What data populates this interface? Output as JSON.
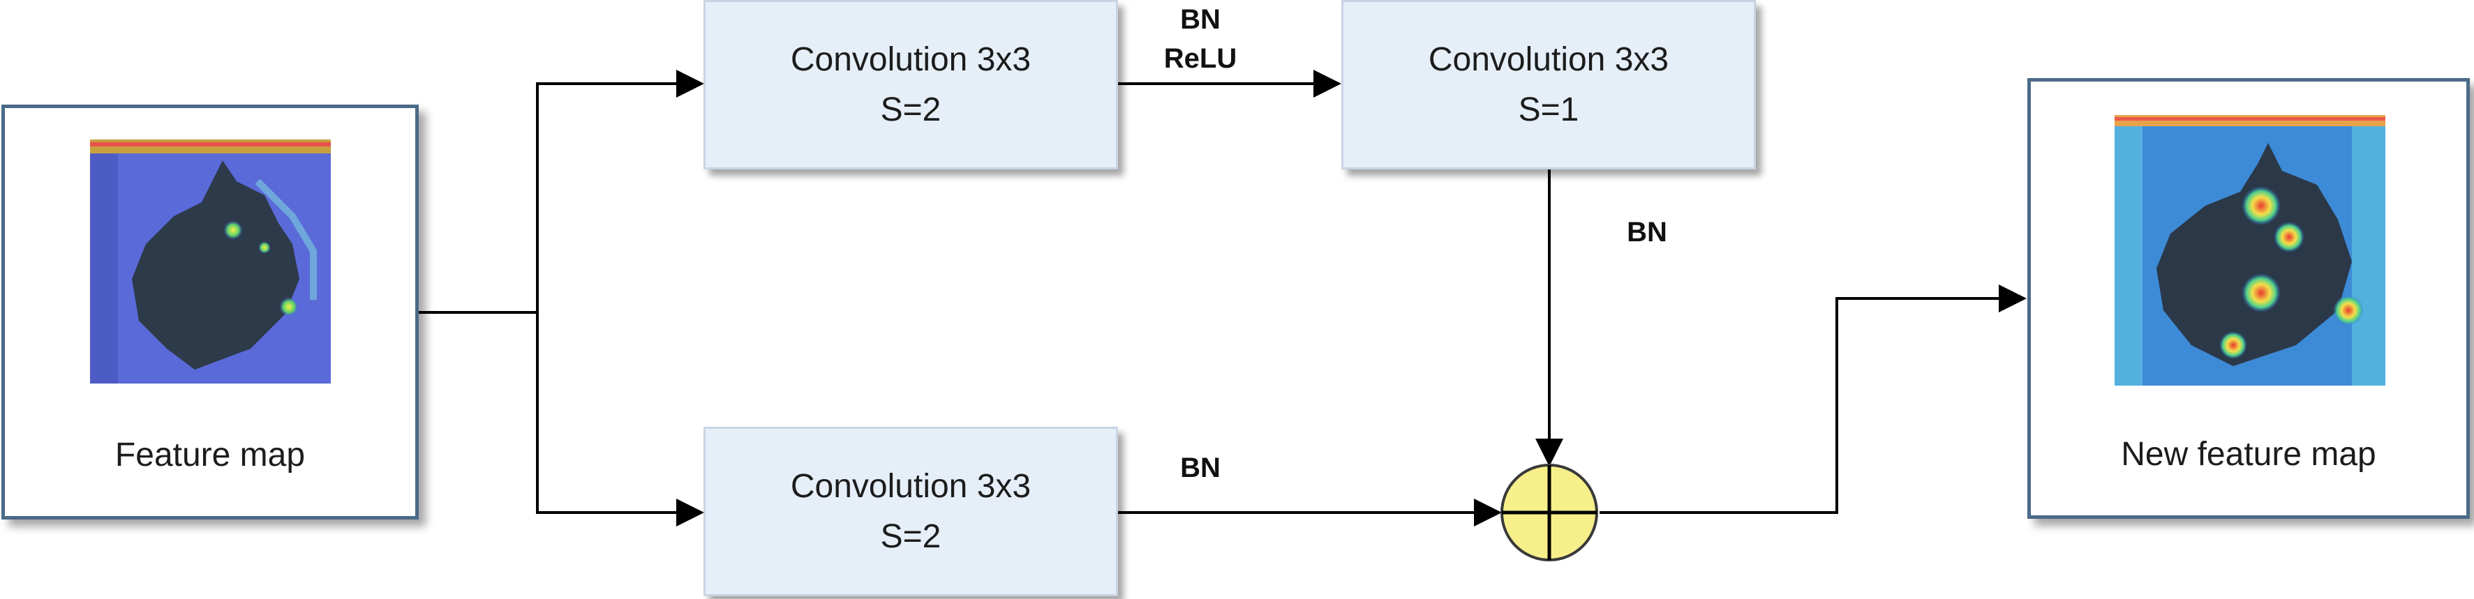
{
  "input_node": {
    "caption": "Feature map"
  },
  "output_node": {
    "caption": "New feature map"
  },
  "conv_top_left": {
    "line1": "Convolution 3x3",
    "line2": "S=2"
  },
  "conv_top_right": {
    "line1": "Convolution 3x3",
    "line2": "S=1"
  },
  "conv_bottom": {
    "line1": "Convolution 3x3",
    "line2": "S=2"
  },
  "edge_labels": {
    "top_bn": "BN",
    "top_relu": "ReLU",
    "vertical_bn": "BN",
    "bottom_bn": "BN"
  },
  "adder": {
    "symbol": "plus-in-circle",
    "fill": "#f7f08a",
    "stroke": "#3a3a3a"
  },
  "colors": {
    "box_fill": "#e6eef8",
    "frame": "#4b6a88",
    "line": "#000000"
  }
}
